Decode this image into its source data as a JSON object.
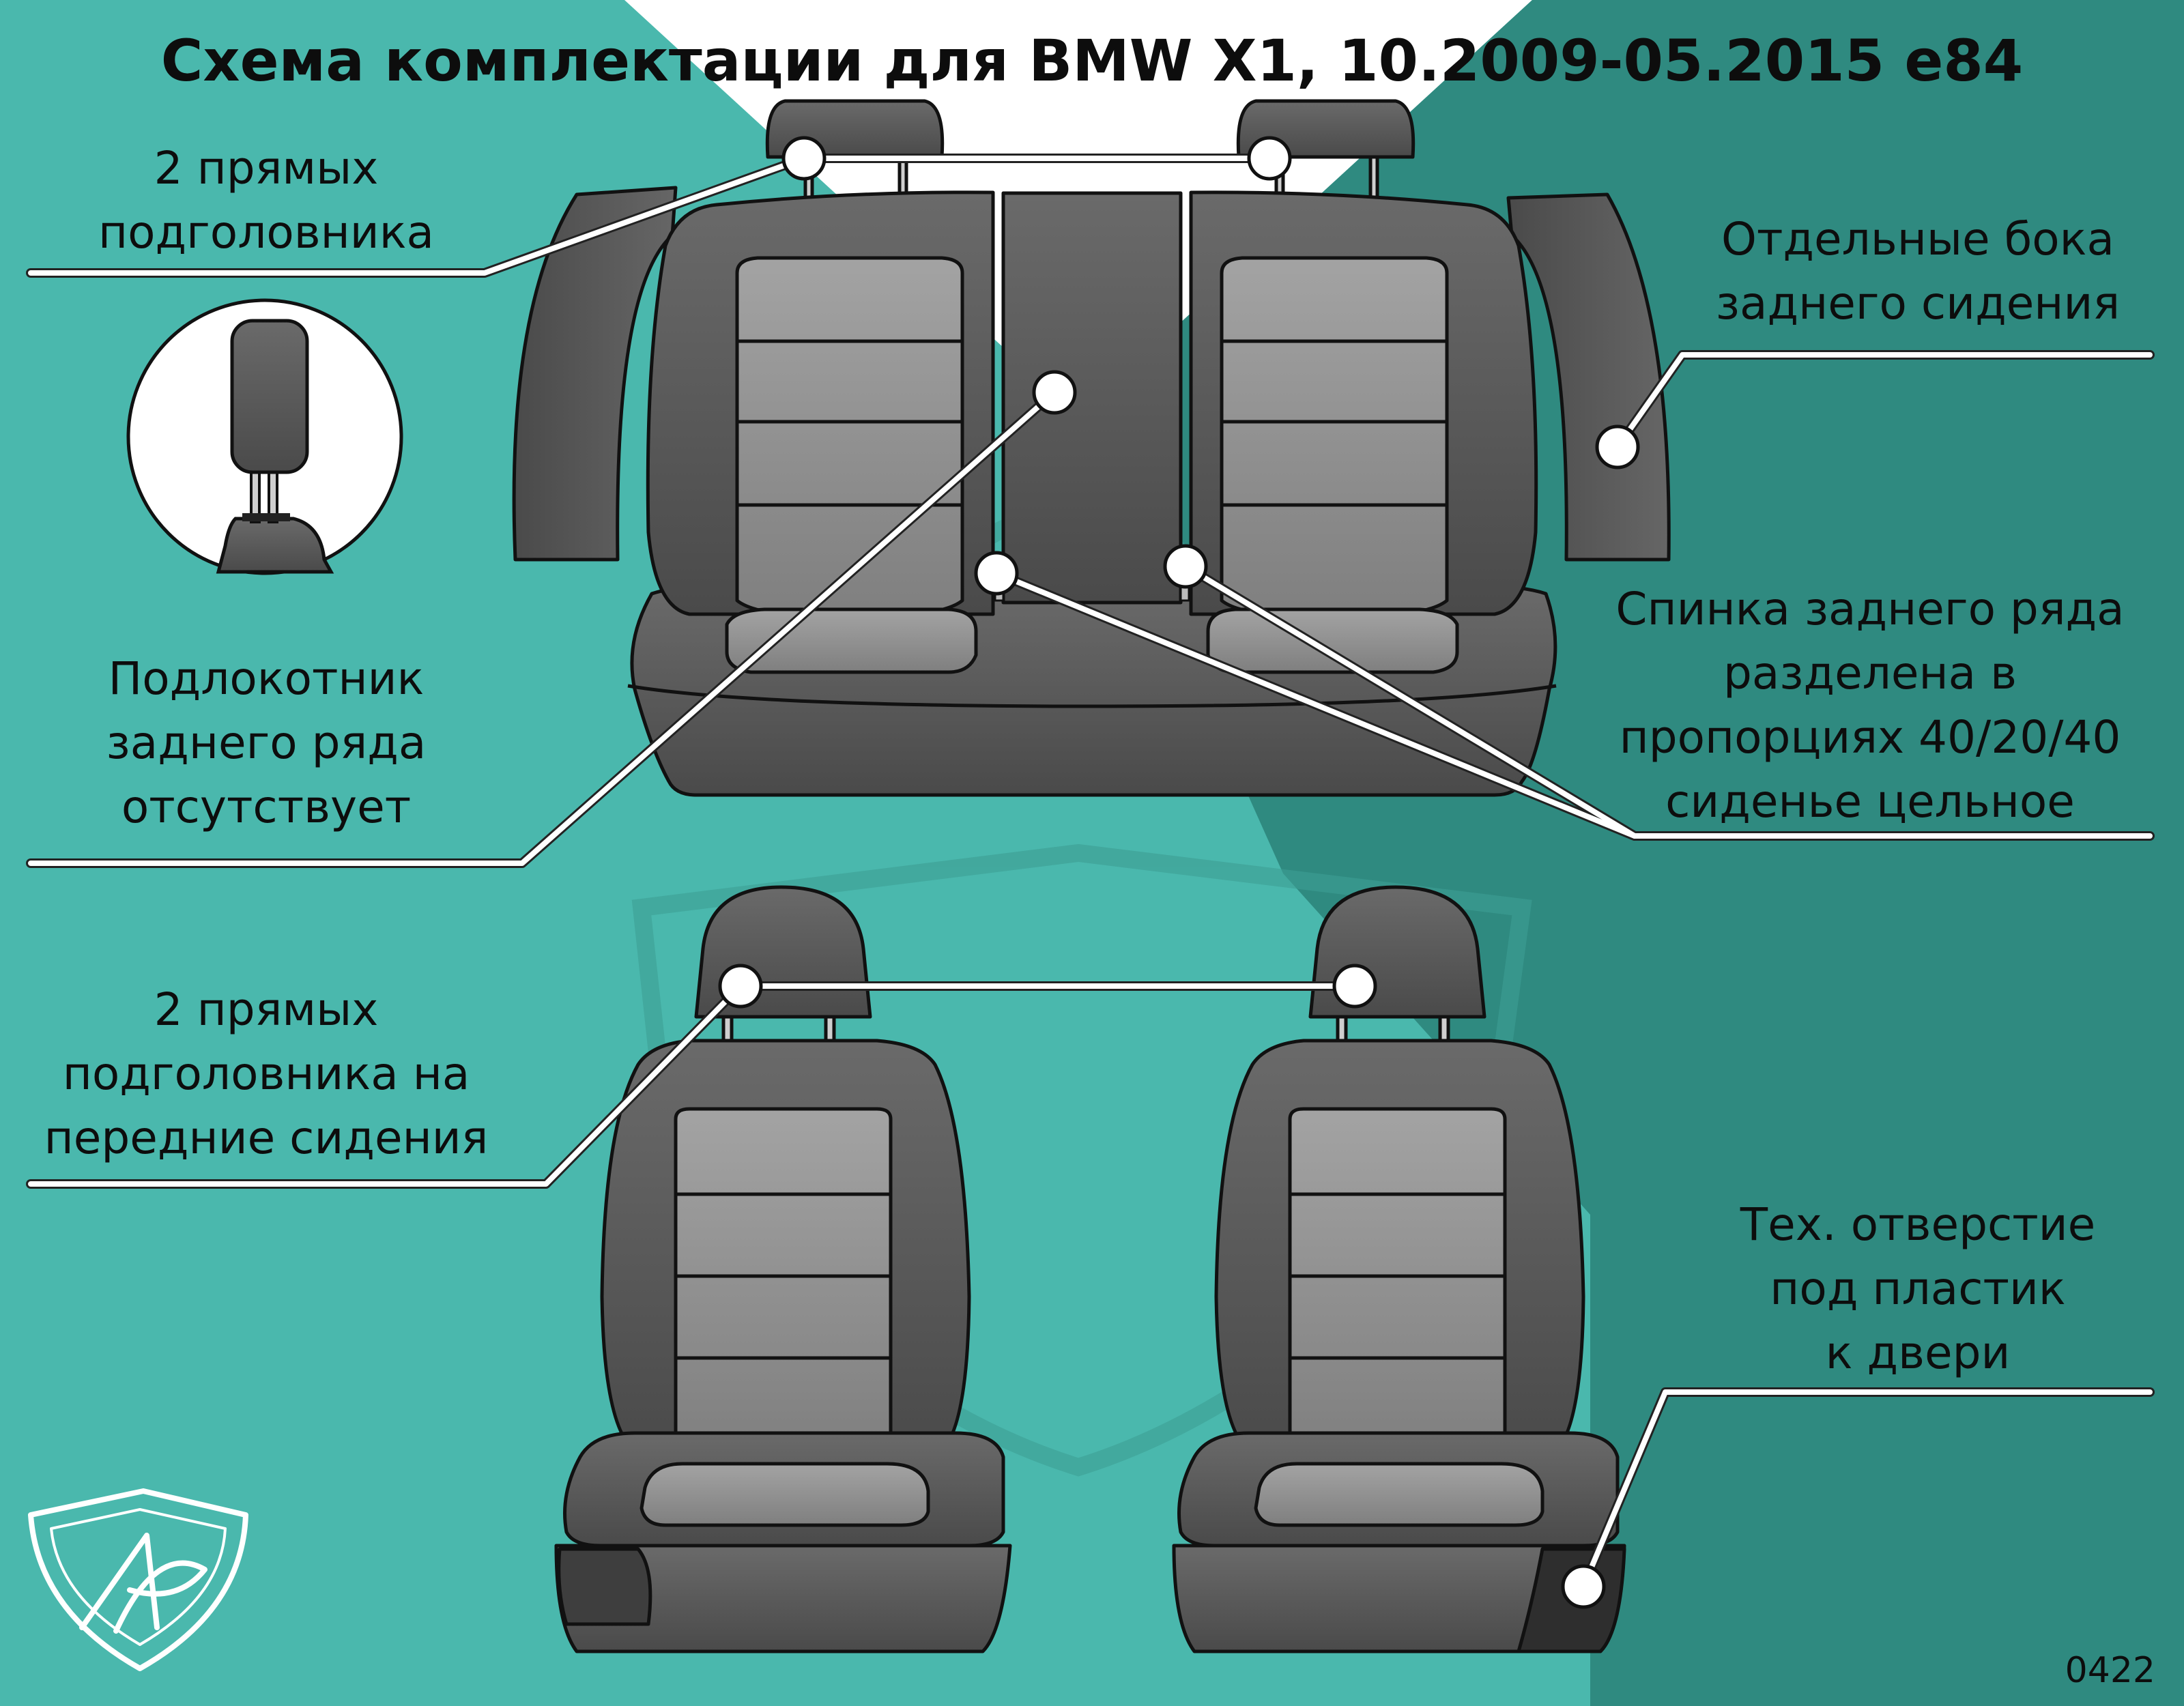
{
  "title": "Схема комплектации для BMW X1, 10.2009-05.2015 e84",
  "code": "0422",
  "colors": {
    "background": "#4ab8ad",
    "background_dark": "#2f8a80",
    "seat_dark": "#575757",
    "seat_light": "#8c8c8c",
    "leader": "#ffffff"
  },
  "labels": {
    "rear_headrests": [
      "2 прямых",
      "подголовника"
    ],
    "side_bolsters": [
      "Отдельные бока",
      "заднего сидения"
    ],
    "armrest": [
      "Подлокотник",
      "заднего ряда",
      "отсутствует"
    ],
    "rear_split": [
      "Спинка заднего ряда",
      "разделена в",
      "пропорциях 40/20/40",
      "сиденье цельное"
    ],
    "front_headrests": [
      "2 прямых",
      "подголовника на",
      "передние сидения"
    ],
    "tech_hole": [
      "Тех. отверстие",
      "под пластик",
      "к двери"
    ]
  },
  "icons": [
    "headrest-detail-icon",
    "brand-logo-icon"
  ]
}
